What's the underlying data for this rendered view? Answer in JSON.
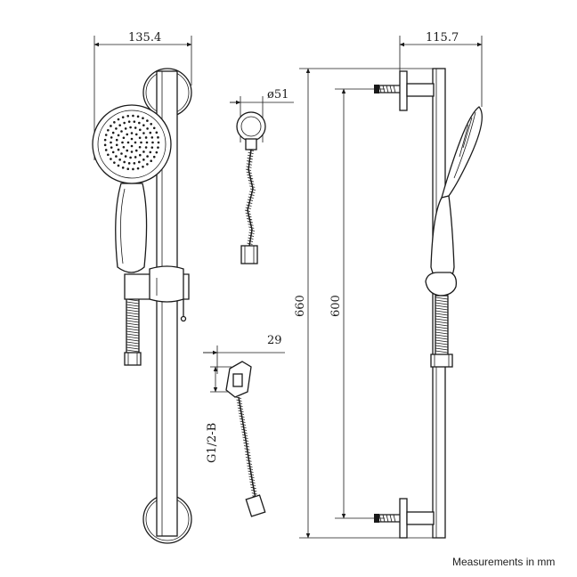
{
  "dimensions": {
    "front_width": "135.4",
    "side_width": "115.7",
    "holder_diameter": "ø51",
    "connector_depth": "29",
    "thread": "G1/2-B",
    "total_height": "660",
    "fixing_distance": "600"
  },
  "caption": "Measurements in mm",
  "colors": {
    "line": "#1a1a1a",
    "background": "#ffffff"
  }
}
